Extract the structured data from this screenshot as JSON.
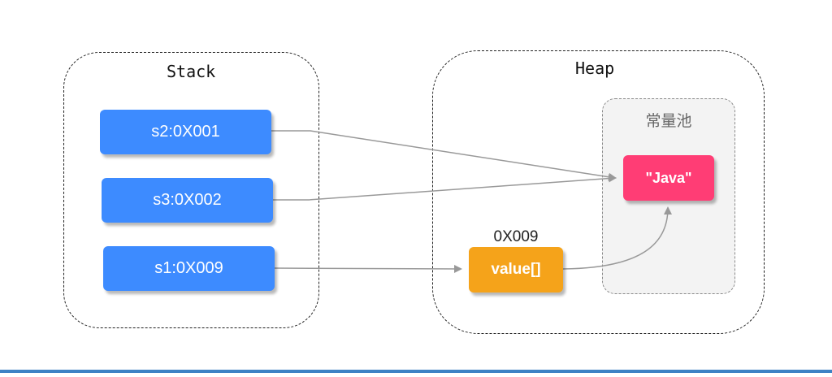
{
  "stack": {
    "label": "Stack"
  },
  "heap": {
    "label": "Heap"
  },
  "pool": {
    "label": "常量池"
  },
  "nodes": {
    "s2": "s2:0X001",
    "s3": "s3:0X002",
    "s1": "s1:0X009",
    "java": "\"Java\"",
    "value": "value[]",
    "value_address": "0X009"
  },
  "colors": {
    "stack_node": "#3d8bff",
    "string_literal": "#ff3d75",
    "char_array": "#f5a31a",
    "edge": "#999999",
    "bottom_rule": "#3d82c4"
  }
}
